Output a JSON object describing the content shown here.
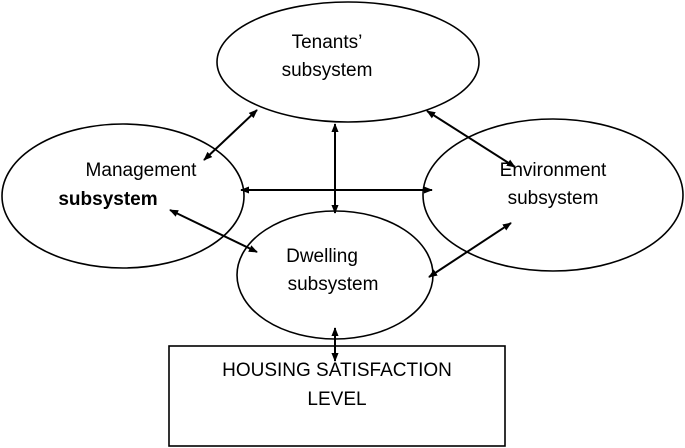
{
  "nodes": {
    "tenants": {
      "line1": "Tenants’",
      "line2": "subsystem"
    },
    "management": {
      "line1": "Management",
      "line2": "subsystem"
    },
    "environment": {
      "line1": "Environment",
      "line2": "subsystem"
    },
    "dwelling": {
      "line1": "Dwelling",
      "line2": "subsystem"
    },
    "satisfaction": {
      "line1": "HOUSING SATISFACTION",
      "line2": "LEVEL"
    }
  },
  "connections": [
    {
      "from": "tenants",
      "to": "management",
      "direction": "both"
    },
    {
      "from": "tenants",
      "to": "environment",
      "direction": "both"
    },
    {
      "from": "tenants",
      "to": "dwelling",
      "direction": "both"
    },
    {
      "from": "management",
      "to": "environment",
      "direction": "both"
    },
    {
      "from": "management",
      "to": "dwelling",
      "direction": "both"
    },
    {
      "from": "environment",
      "to": "dwelling",
      "direction": "both"
    },
    {
      "from": "dwelling",
      "to": "satisfaction",
      "direction": "both"
    }
  ]
}
